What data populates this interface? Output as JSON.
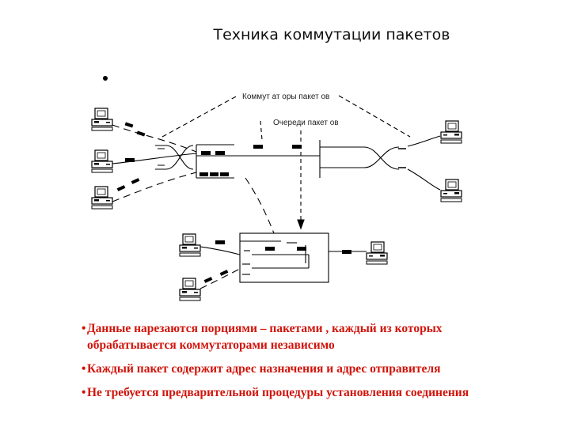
{
  "slide": {
    "title": "Техника коммутации пакетов"
  },
  "diagram": {
    "label_switches": "Коммут ат оры пакет ов",
    "label_queues": "Очереди пакет ов"
  },
  "bullets": [
    {
      "line1": "Данные нарезаются порциями – пакетами , каждый из которых",
      "line2": "обрабатывается коммутаторами независимо"
    },
    {
      "line1": "Каждый пакет содержит адрес назначения и адрес отправителя"
    },
    {
      "line1": "Не требуется предварительной процедуры установления соединения"
    }
  ],
  "colors": {
    "bullet_text": "#d1140b",
    "diagram": "#000000"
  }
}
